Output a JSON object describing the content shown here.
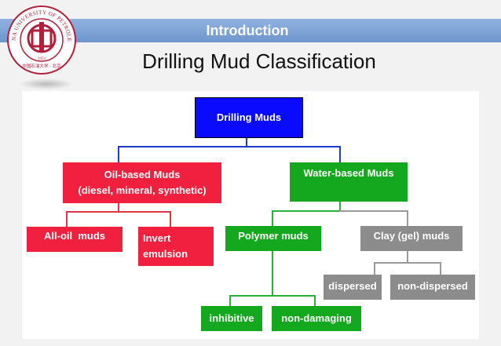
{
  "slide": {
    "header": "Introduction",
    "title": "Drilling Mud Classification",
    "logo": {
      "ring_text": "CHINA UNIVERSITY OF PETROLEUM",
      "bottom_text": "中国石油大学 · 北京",
      "year": "1953"
    }
  },
  "diagram": {
    "root": "Drilling Muds",
    "oil_line1": "Oil-based Muds",
    "oil_line2": "(diesel, mineral, synthetic)",
    "water": "Water-based Muds",
    "all_oil": "All-oil  muds",
    "invert_line1": "Invert",
    "invert_line2": "emulsion",
    "polymer": "Polymer muds",
    "clay": "Clay (gel) muds",
    "dispersed": "dispersed",
    "non_dispersed": "non-dispersed",
    "inhibitive": "inhibitive",
    "non_damaging": "non-damaging"
  },
  "colors": {
    "root": "#0a0aff",
    "oil": "#f0203e",
    "water": "#14a81e",
    "clay": "#8c8c8c",
    "header": "#7ba1d6"
  }
}
